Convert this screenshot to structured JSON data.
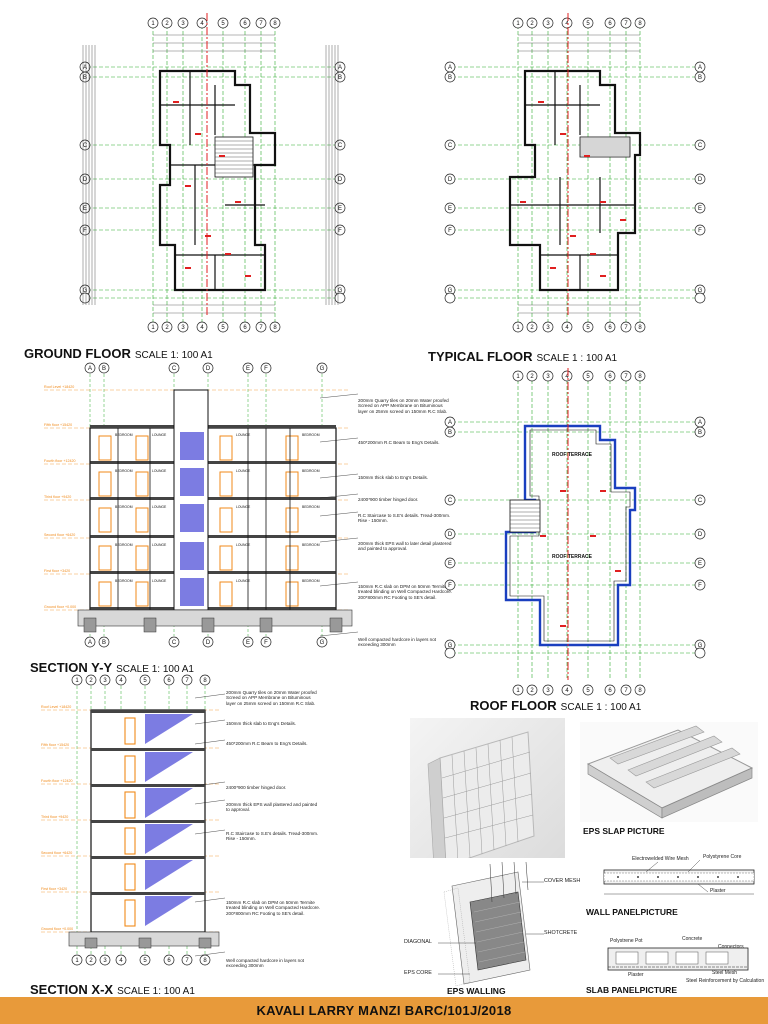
{
  "titles": {
    "ground_floor": "GROUND FLOOR",
    "ground_floor_scale": "SCALE 1: 100 A1",
    "typical_floor": "TYPICAL FLOOR",
    "typical_floor_scale": "SCALE 1 : 100 A1",
    "section_yy": "SECTION Y-Y",
    "section_yy_scale": "SCALE 1: 100 A1",
    "roof_floor": "ROOF FLOOR",
    "roof_floor_scale": "SCALE 1 : 100 A1",
    "section_xx": "SECTION X-X",
    "section_xx_scale": "SCALE 1: 100 A1"
  },
  "grid": {
    "numbers": [
      "1",
      "2",
      "3",
      "4",
      "5",
      "6",
      "7",
      "8"
    ],
    "letters": [
      "A",
      "B",
      "C",
      "D",
      "E",
      "F",
      "G"
    ],
    "section_yy_letters": [
      "A",
      "B",
      "C",
      "D",
      "E",
      "F",
      "G"
    ]
  },
  "roof_labels": {
    "terrace_top": "ROOF TERRACE",
    "terrace_bottom": "ROOF TERRACE"
  },
  "section_yy_notes": [
    "200mm Quarry tiles on 20mm Water proofed Screed on APP Membrane on Bituminous layer on 25mm screed on 150mm R.C Slab.",
    "450*200mm R.C Beam to Eng's Details.",
    "150mm thick slab to Eng's Details.",
    "2400*900 timber hinged door.",
    "R.C Staircase to S.E's details. Tread-300mm. Rise - 150mm.",
    "200mm thick EPS wall to later detail plastered and painted to approval.",
    "150mm R.C slab on DPM on 50mm Termite treated blinding on Well Compacted Hardcore. 200*800mm RC Footing to SE's detail.",
    "Well compacted hardcore in layers not exceeding 300mm"
  ],
  "section_xx_notes": [
    "200mm Quarry tiles on 20mm Water proofed Screed on APP Membrane on Bituminous layer on 25mm screed on 150mm R.C Slab.",
    "150mm thick slab to Eng's Details.",
    "450*200mm R.C Beam to Eng's Details.",
    "2400*900 timber hinged door.",
    "200mm thick EPS wall plastered and painted to approval.",
    "R.C Staircase to S.E's details. Tread-300mm. Rise - 150mm.",
    "150mm R.C slab on DPM on 50mm Termite treated blinding on Well Compacted Hardcore. 200*800mm RC Footing to SE's detail.",
    "Well compacted hardcore in layers not exceeding 300mm"
  ],
  "room_labels": {
    "bedroom": "BEDROOM",
    "lounge": "LOUNGE"
  },
  "floor_levels": [
    "Roof Level +18420",
    "Fifth floor +15420",
    "Fourth floor +12420",
    "Third floor +9420",
    "Second floor +6420",
    "First floor +3420",
    "Ground floor +0.000"
  ],
  "pictures": {
    "eps_slab": "EPS SLAP PICTURE",
    "wall_panel": "WALL PANELPICTURE",
    "slab_panel": "SLAB PANELPICTURE",
    "eps_walling": "EPS WALLING"
  },
  "wall_panel_labels": [
    "Electrowelded Wire Mesh",
    "Polystyrene Core",
    "Plaster"
  ],
  "slab_panel_labels": [
    "Polystrene Pot",
    "Concrete",
    "Connectors",
    "Plaster",
    "Steel Mesh",
    "Steel Reinforcement by Calculation"
  ],
  "walling_labels": [
    "COVER MESH",
    "SHOTCRETE",
    "DIAGONAL",
    "EPS CORE"
  ],
  "footer": "KAVALI LARRY MANZI BARC/101J/2018",
  "colors": {
    "footer_bg": "#e89a3a",
    "grid_green": "#2eaa2e",
    "section_red": "#e02020",
    "stair_blue": "#5050d8",
    "door_orange": "#f08a1a",
    "roof_blue": "#1a3fbf"
  }
}
